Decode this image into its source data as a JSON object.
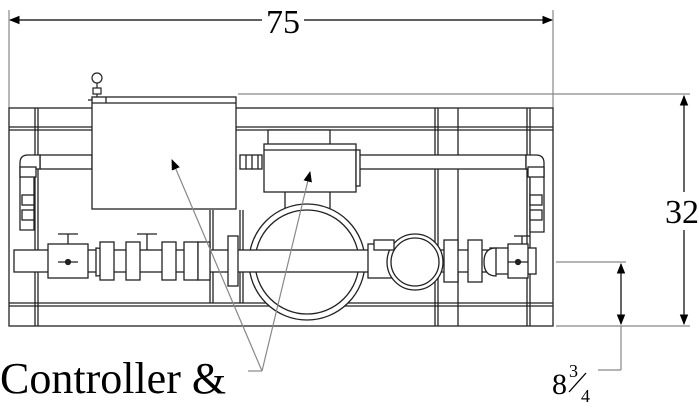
{
  "dimensions": {
    "width": "75",
    "height": "32",
    "lower_height_whole": "8",
    "lower_height_num": "3",
    "lower_height_den": "4"
  },
  "callout": {
    "label": "Controller &"
  }
}
